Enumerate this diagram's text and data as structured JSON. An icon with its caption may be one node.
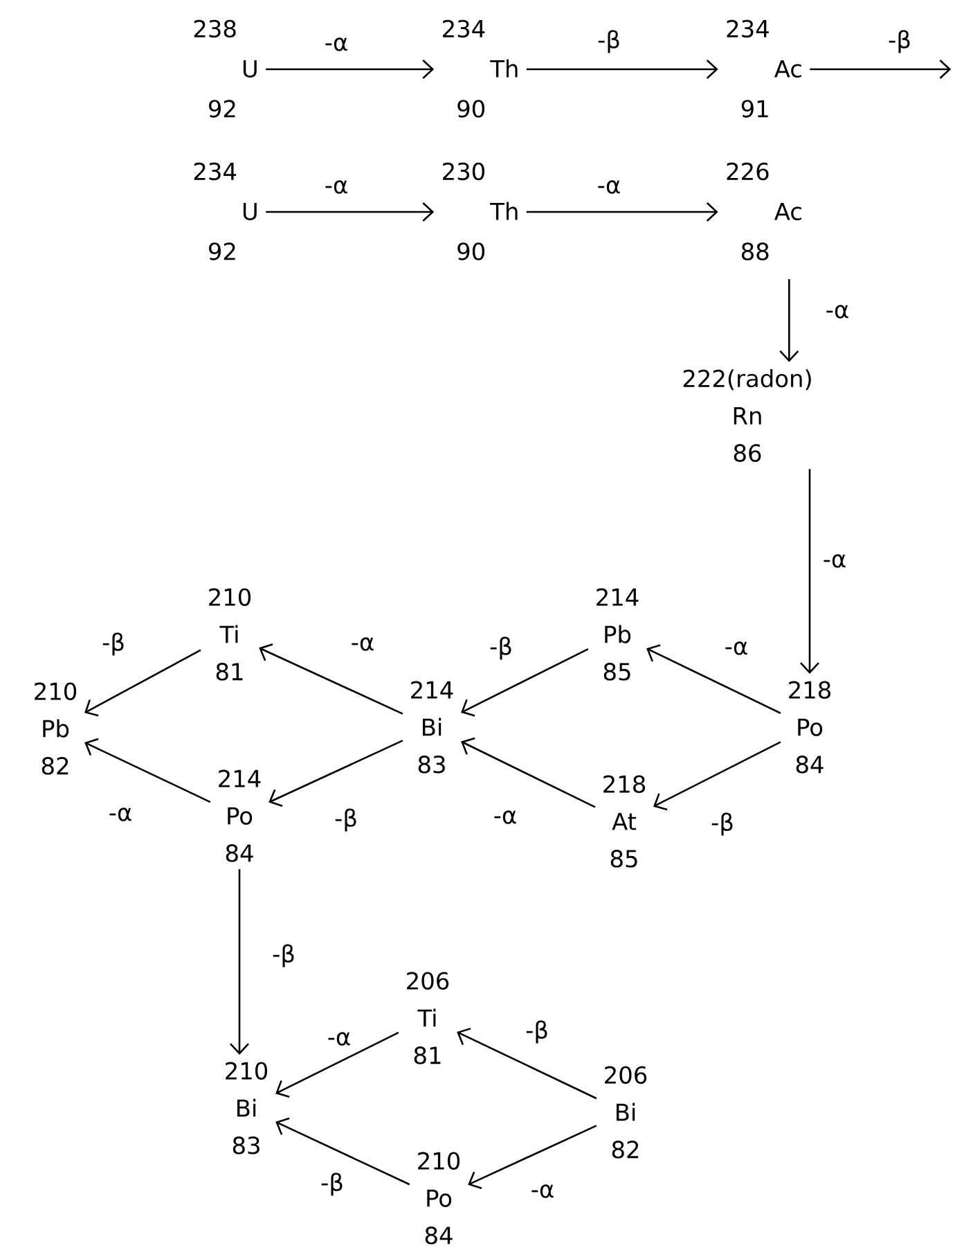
{
  "diagram": {
    "nodes": [
      {
        "text": [
          "238",
          "U",
          "92"
        ]
      },
      {
        "text": [
          "234",
          "Th",
          "90"
        ]
      },
      {
        "text": [
          "234",
          "Ac",
          "91"
        ]
      },
      {
        "text": [
          "234",
          "U",
          "92"
        ]
      },
      {
        "text": [
          "230",
          "Th",
          "90"
        ]
      },
      {
        "text": [
          "226",
          "Ac",
          "88"
        ]
      },
      {
        "text": [
          "222(radon)",
          "Rn",
          "86"
        ]
      },
      {
        "text": [
          "218",
          "Po",
          "84"
        ]
      },
      {
        "text": [
          "214",
          "Pb",
          "85"
        ]
      },
      {
        "text": [
          "218",
          "At",
          "85"
        ]
      },
      {
        "text": [
          "214",
          "Bi",
          "83"
        ]
      },
      {
        "text": [
          "210",
          "Ti",
          "81"
        ]
      },
      {
        "text": [
          "214",
          "Po",
          "84"
        ]
      },
      {
        "text": [
          "210",
          "Pb",
          "82"
        ]
      },
      {
        "text": [
          "210",
          "Bi",
          "83"
        ]
      },
      {
        "text": [
          "206",
          "Ti",
          "81"
        ]
      },
      {
        "text": [
          "210",
          "Po",
          "84"
        ]
      },
      {
        "text": [
          "206",
          "Bi",
          "82"
        ]
      }
    ],
    "edges": [
      {
        "from": 0,
        "to": 1,
        "arrow": "to",
        "label": "-α"
      },
      {
        "from": 1,
        "to": 2,
        "arrow": "to",
        "label": "-β"
      },
      {
        "from": 2,
        "to": null,
        "arrow": "to",
        "label": "-β"
      },
      {
        "from": 3,
        "to": 4,
        "arrow": "to",
        "label": "-α"
      },
      {
        "from": 4,
        "to": 5,
        "arrow": "to",
        "label": "-α"
      },
      {
        "from": 5,
        "to": 6,
        "arrow": "to",
        "label": "-α"
      },
      {
        "from": 6,
        "to": 7,
        "arrow": "to",
        "label": "-α"
      },
      {
        "from": 7,
        "to": 8,
        "arrow": "to",
        "label": "-α"
      },
      {
        "from": 7,
        "to": 9,
        "arrow": "to",
        "label": "-β"
      },
      {
        "from": 8,
        "to": 10,
        "arrow": "to",
        "label": "-β"
      },
      {
        "from": 9,
        "to": 10,
        "arrow": "to",
        "label": "-α"
      },
      {
        "from": 10,
        "to": 11,
        "arrow": "to",
        "label": "-α"
      },
      {
        "from": 10,
        "to": 12,
        "arrow": "to",
        "label": "-β"
      },
      {
        "from": 11,
        "to": 13,
        "arrow": "to",
        "label": "-β"
      },
      {
        "from": 12,
        "to": 13,
        "arrow": "to",
        "label": "-α"
      },
      {
        "from": 12,
        "to": 14,
        "arrow": "to",
        "label": "-β"
      },
      {
        "from": 17,
        "to": 15,
        "arrow": "to",
        "label": "-β"
      },
      {
        "from": 17,
        "to": 16,
        "arrow": "to",
        "label": "-α"
      },
      {
        "from": 15,
        "to": 14,
        "arrow": "to",
        "label": "-α"
      },
      {
        "from": 16,
        "to": 14,
        "arrow": "to",
        "label": "-β"
      }
    ]
  }
}
